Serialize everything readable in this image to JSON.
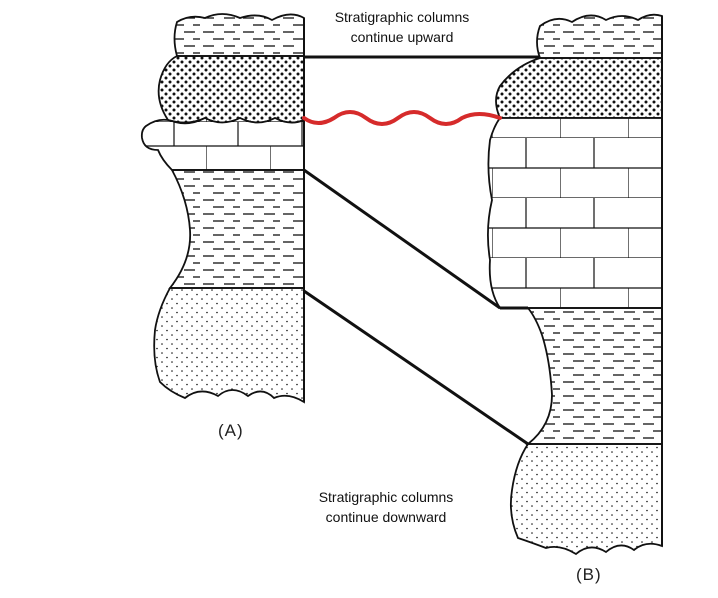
{
  "annotations": {
    "top_line1": "Stratigraphic columns",
    "top_line2": "continue upward",
    "bottom_line1": "Stratigraphic columns",
    "bottom_line2": "continue downward"
  },
  "columns": {
    "a_label": "(A)",
    "b_label": "(B)"
  },
  "colors": {
    "unconformity": "#d62b2b",
    "ink": "#111111"
  },
  "layers_column_a": [
    "shale",
    "sandstone",
    "limestone",
    "shale",
    "sandstone"
  ],
  "layers_column_b": [
    "shale",
    "sandstone",
    "limestone",
    "shale",
    "sandstone"
  ],
  "correlation_lines": [
    "shale/sandstone contact",
    "unconformity (red wavy)",
    "limestone/shale contact",
    "shale/sandstone contact"
  ]
}
